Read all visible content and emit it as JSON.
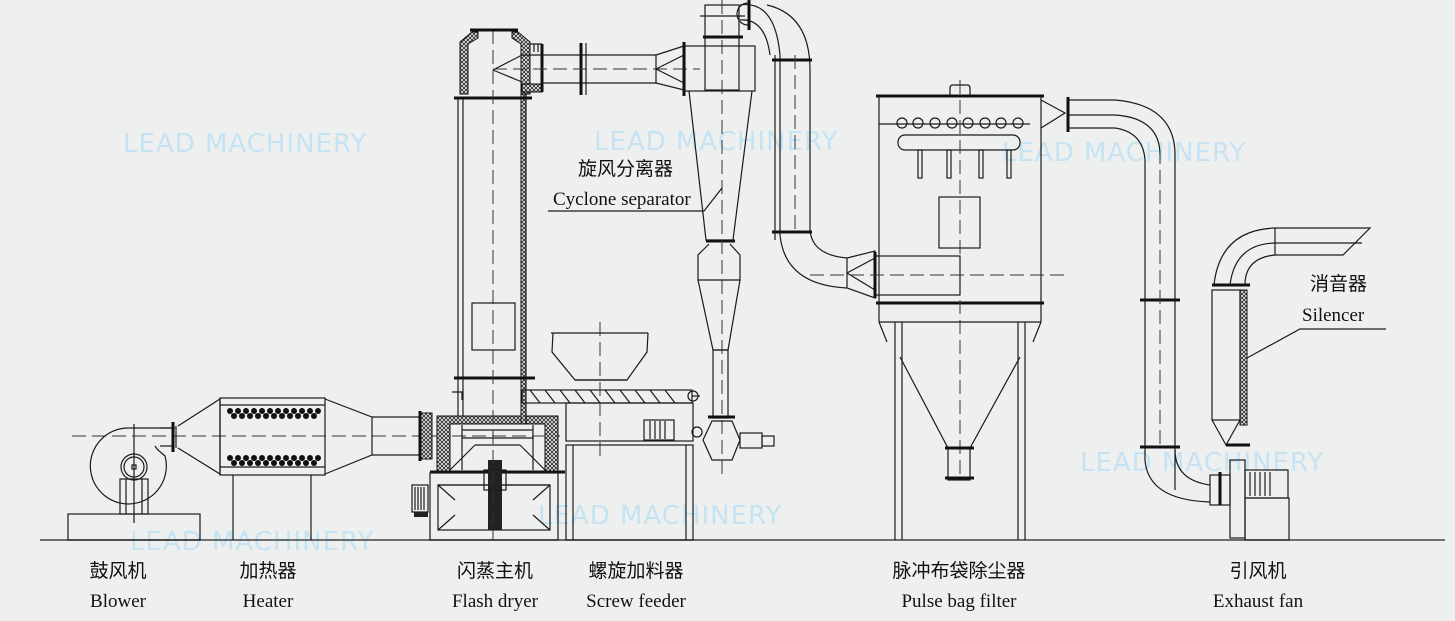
{
  "diagram": {
    "title": "Flash dryer process flow",
    "watermark": "LEAD MACHINERY",
    "components": [
      {
        "id": "blower",
        "label_cn": "鼓风机",
        "label_en": "Blower"
      },
      {
        "id": "heater",
        "label_cn": "加热器",
        "label_en": "Heater"
      },
      {
        "id": "flash_dryer",
        "label_cn": "闪蒸主机",
        "label_en": "Flash dryer"
      },
      {
        "id": "screw_feeder",
        "label_cn": "螺旋加料器",
        "label_en": "Screw feeder"
      },
      {
        "id": "pulse_bag_filter",
        "label_cn": "脉冲布袋除尘器",
        "label_en": "Pulse bag filter"
      },
      {
        "id": "exhaust_fan",
        "label_cn": "引风机",
        "label_en": "Exhaust fan"
      }
    ],
    "callouts": [
      {
        "id": "cyclone_separator",
        "label_cn": "旋风分离器",
        "label_en": "Cyclone separator"
      },
      {
        "id": "silencer",
        "label_cn": "消音器",
        "label_en": "Silencer"
      }
    ],
    "colors": {
      "line": "#1a1a1a",
      "background": "#eef0ef",
      "watermark": "#c5e3f2"
    }
  }
}
